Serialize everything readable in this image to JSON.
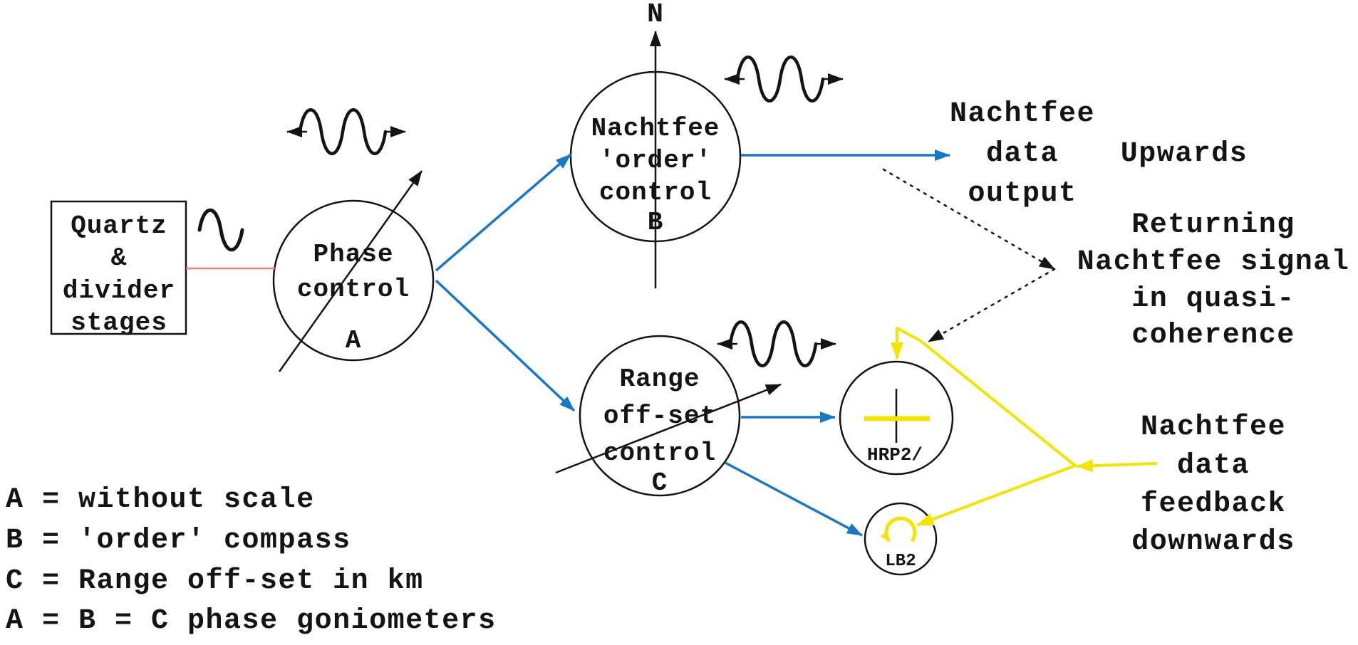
{
  "colors": {
    "blue": "#1878c8",
    "yellow": "#f5e400",
    "red": "#e88080",
    "ink": "#141414"
  },
  "compass": {
    "north": "N"
  },
  "quartz_box": {
    "lines": [
      "Quartz",
      "&",
      "divider",
      "stages"
    ]
  },
  "phase_control": {
    "lines": [
      "Phase",
      "control"
    ],
    "letter": "A"
  },
  "order_control": {
    "lines": [
      "Nachtfee",
      "'order'",
      "control"
    ],
    "letter": "B"
  },
  "range_control": {
    "lines": [
      "Range",
      "off-set",
      "control"
    ],
    "letter": "C"
  },
  "hrp2": {
    "label": "HRP2/"
  },
  "lb2": {
    "label": "LB2"
  },
  "data_output": {
    "lines": [
      "Nachtfee",
      "data",
      "output"
    ],
    "direction": "Upwards"
  },
  "returning": {
    "lines": [
      "Returning",
      "Nachtfee signal",
      "in quasi-",
      "coherence"
    ]
  },
  "feedback": {
    "lines": [
      "Nachtfee",
      "data",
      "feedback",
      "downwards"
    ]
  },
  "legend": {
    "lines": [
      "A = without scale",
      "B = 'order' compass",
      "C = Range off-set in km",
      "A = B = C phase goniometers"
    ]
  }
}
